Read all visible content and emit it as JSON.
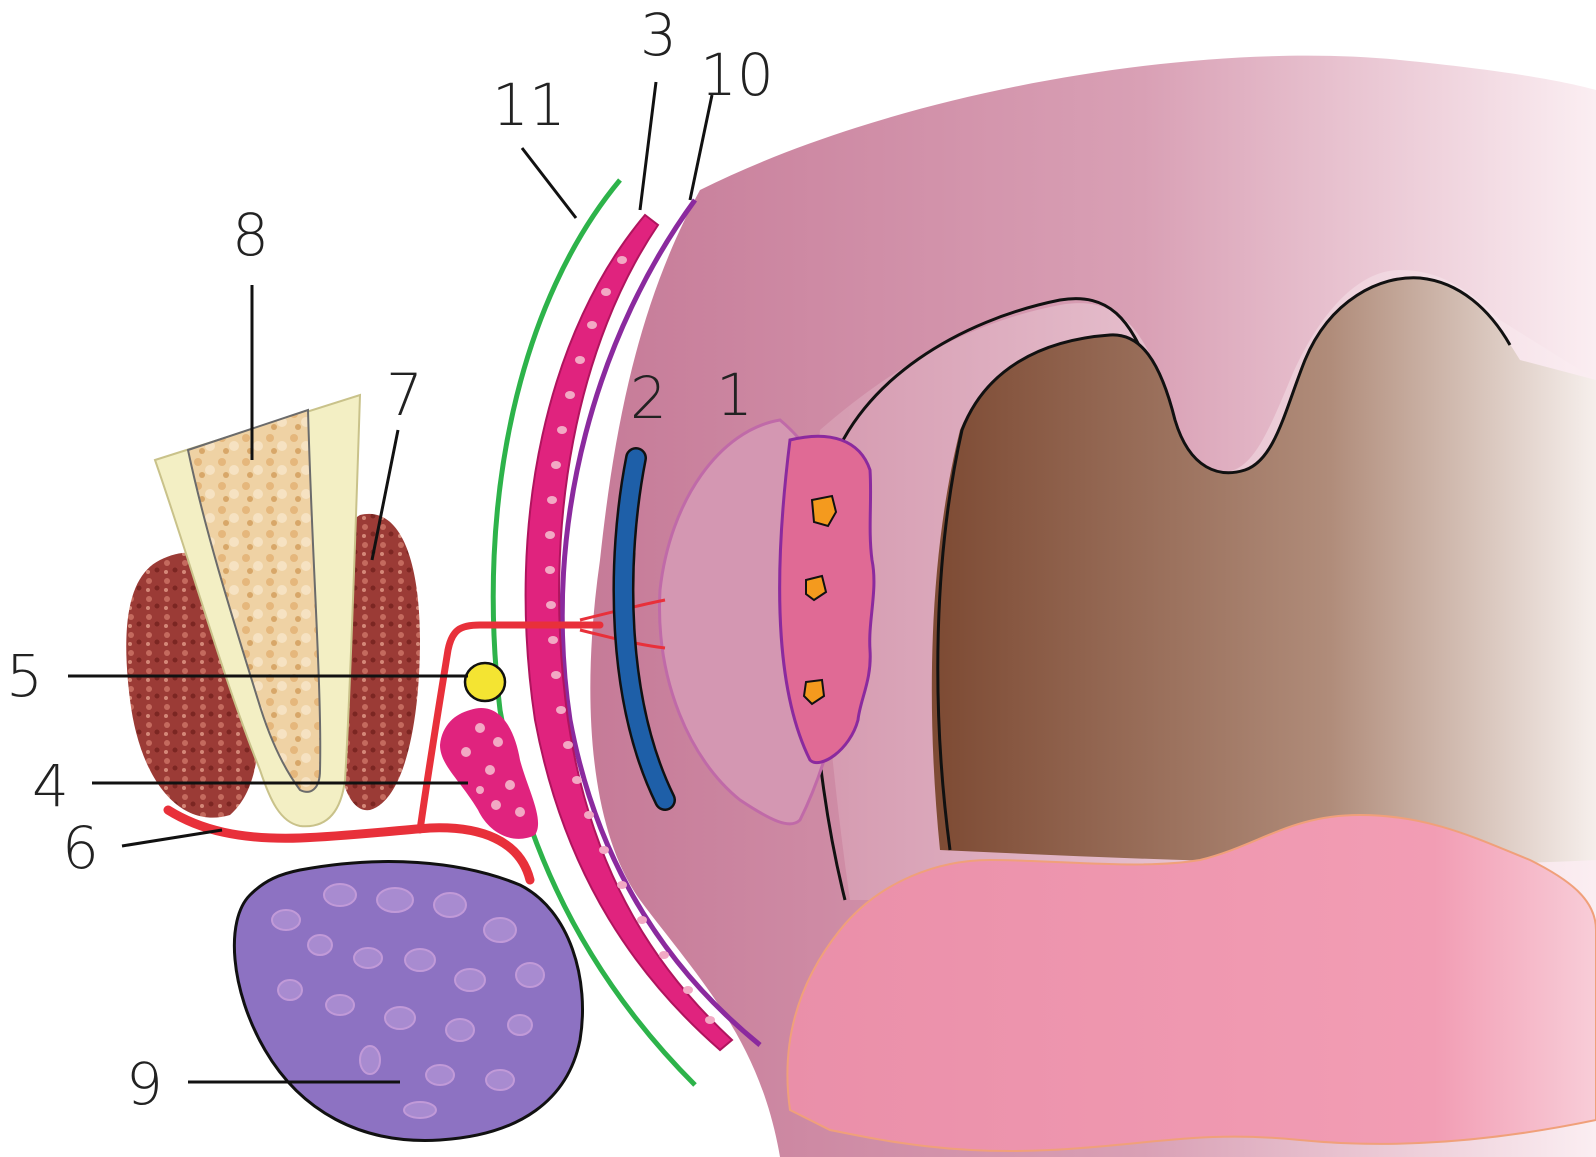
{
  "labels": {
    "l1": "1",
    "l2": "2",
    "l3": "3",
    "l4": "4",
    "l5": "5",
    "l6": "6",
    "l7": "7",
    "l8": "8",
    "l9": "9",
    "l10": "10",
    "l11": "11"
  },
  "colors": {
    "mucosa_pink": "#cf8aa3",
    "tongue_pink": "#ee93ac",
    "airway_brown": "#8a5a44",
    "muscle_magenta": "#e0237e",
    "fascia_green": "#2db34a",
    "fascia_purple": "#8b2a9e",
    "vessel_blue": "#1e5fa8",
    "artery_red": "#e8303a",
    "node_yellow": "#f4e432",
    "gland_purple": "#8d72c2",
    "mandible_red": "#9a3b35",
    "bone_beige": "#f3efc4",
    "tonsil_crypt_orange": "#f49a1e"
  }
}
